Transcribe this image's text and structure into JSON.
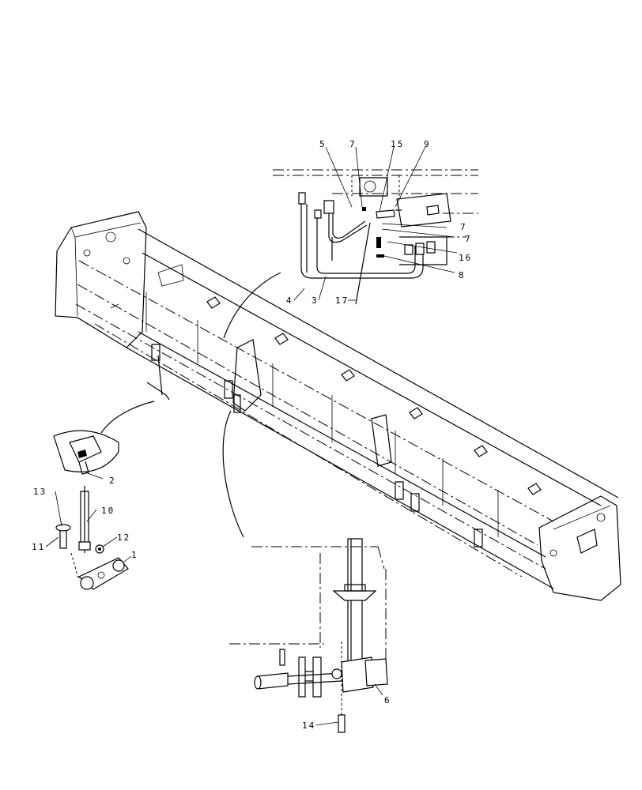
{
  "diagram": {
    "callouts": {
      "c1": "1",
      "c2": "2",
      "c3": "3",
      "c4": "4",
      "c5": "5",
      "c6": "6",
      "c7a": "7",
      "c7b": "7",
      "c7c": "7",
      "c8": "8",
      "c9": "9",
      "c10": "10",
      "c11": "11",
      "c12": "12",
      "c13": "13",
      "c14": "14",
      "c15": "15",
      "c16": "16",
      "c17": "17"
    }
  }
}
